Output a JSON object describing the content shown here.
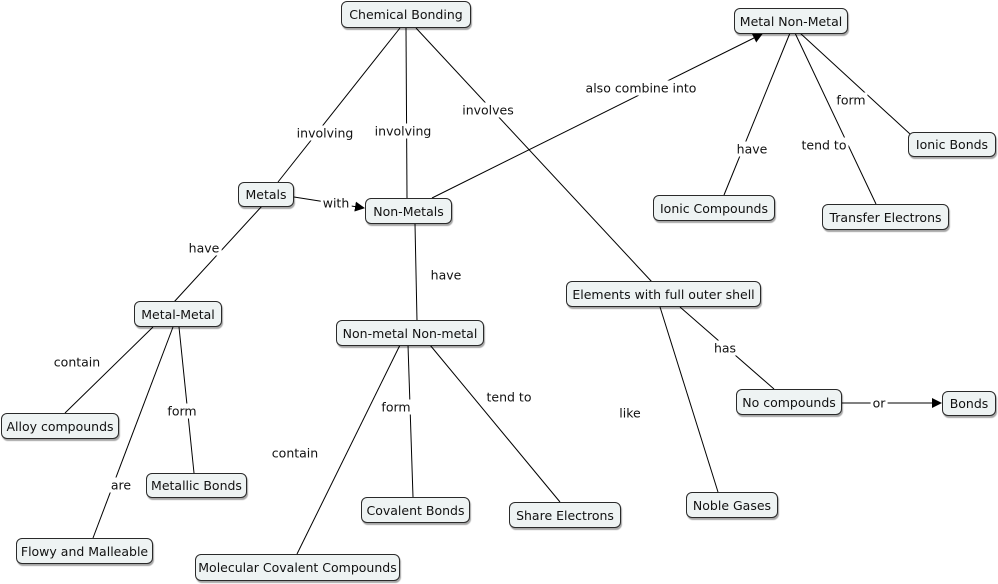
{
  "nodes": {
    "chemical_bonding": "Chemical Bonding",
    "metal_non_metal": "Metal Non-Metal",
    "metals": "Metals",
    "non_metals": "Non-Metals",
    "metal_metal": "Metal-Metal",
    "nonmetal_nonmetal": "Non-metal Non-metal",
    "elements_full_shell": "Elements with full outer shell",
    "ionic_bonds": "Ionic Bonds",
    "ionic_compounds": "Ionic Compounds",
    "transfer_electrons": "Transfer Electrons",
    "no_compounds": "No compounds",
    "bonds": "Bonds",
    "alloy_compounds": "Alloy compounds",
    "metallic_bonds": "Metallic Bonds",
    "flowy_malleable": "Flowy and Malleable",
    "covalent_bonds": "Covalent Bonds",
    "share_electrons": "Share Electrons",
    "molecular_covalent": "Molecular Covalent Compounds",
    "noble_gases": "Noble Gases"
  },
  "links": {
    "involving_1": "involving",
    "involving_2": "involving",
    "involves": "involves",
    "also_combine_into": "also combine into",
    "with": "with",
    "have_metals": "have",
    "have_nonmetals": "have",
    "have_mnm": "have",
    "tend_to_mnm": "tend to",
    "form_mnm": "form",
    "contain_mm": "contain",
    "form_mm": "form",
    "are_mm": "are",
    "contain_nn": "contain",
    "form_nn": "form",
    "tend_to_nn": "tend to",
    "like": "like",
    "has": "has",
    "or": "or"
  }
}
